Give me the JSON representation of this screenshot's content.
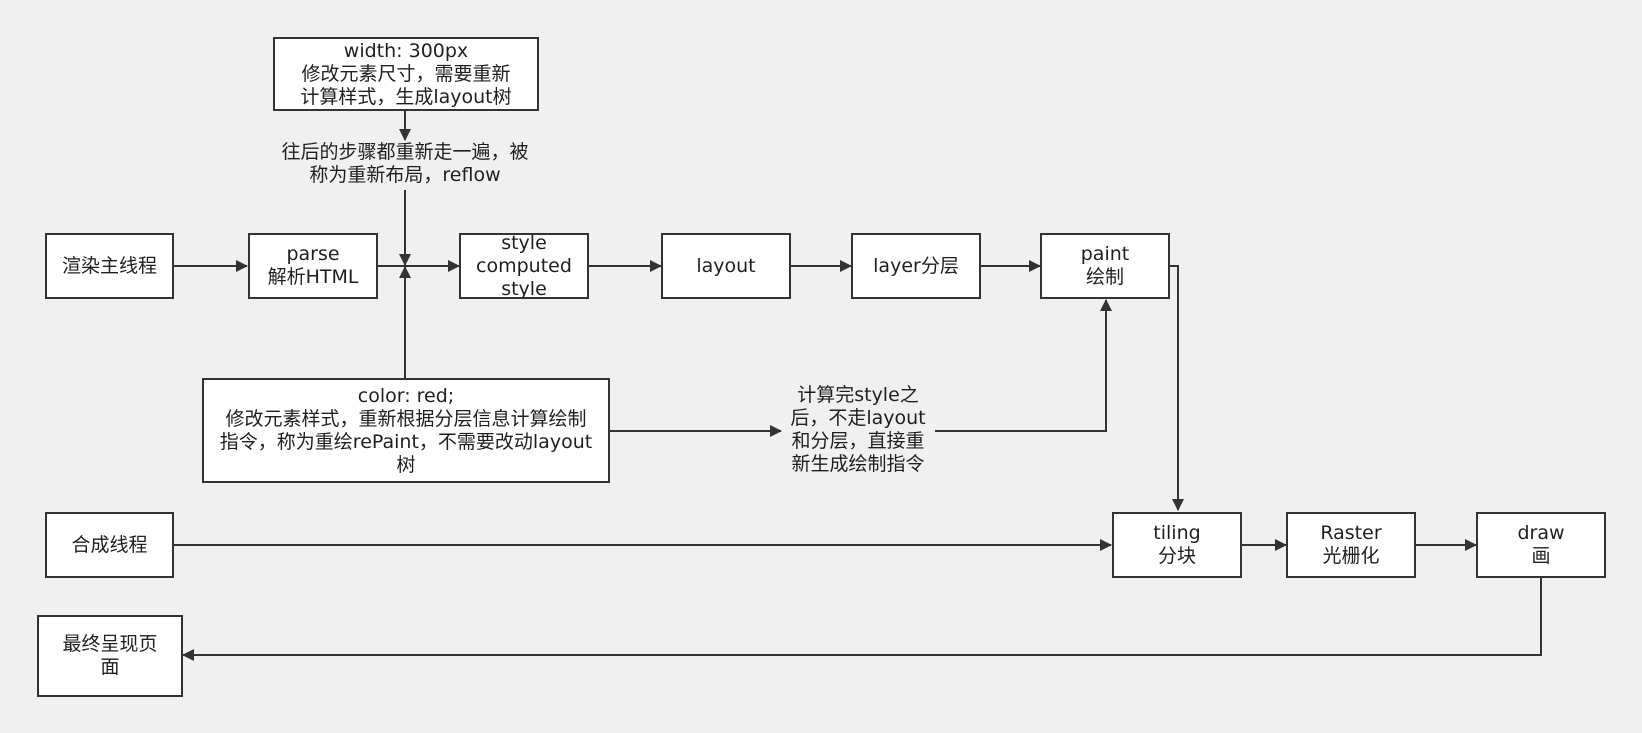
{
  "nodes": {
    "render_main_thread": "渲染主线程",
    "parse": "parse\n解析HTML",
    "style": "style\ncomputed\nstyle",
    "layout": "layout",
    "layer": "layer分层",
    "paint": "paint\n绘制",
    "width_box": "width: 300px\n修改元素尺寸，需要重新\n计算样式，生成layout树",
    "color_box": "color: red;\n修改元素样式，重新根据分层信息计算绘制\n指令，称为重绘rePaint，不需要改动layout\n树",
    "composite_thread": "合成线程",
    "tiling": "tiling\n分块",
    "raster": "Raster\n光栅化",
    "draw": "draw\n画",
    "final": "最终呈现页\n面"
  },
  "labels": {
    "reflow": "往后的步骤都重新走一遍，被\n称为重新布局，reflow",
    "repaint_note": "计算完style之\n后，不走layout\n和分层，直接重\n新生成绘制指令"
  },
  "colors": {
    "background": "#f0f0f0",
    "node_fill": "#ffffff",
    "stroke": "#333333"
  }
}
